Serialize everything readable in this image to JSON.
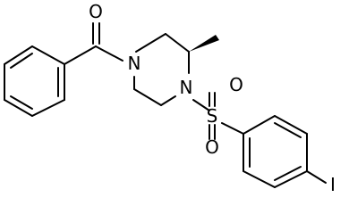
{
  "atoms": {
    "carbonyl_o": "O",
    "n_amide": "N",
    "n_sulfonyl": "N",
    "sulfur": "S",
    "sulfonyl_o_top": "O",
    "sulfonyl_o_bottom": "O",
    "iodine": "I"
  }
}
